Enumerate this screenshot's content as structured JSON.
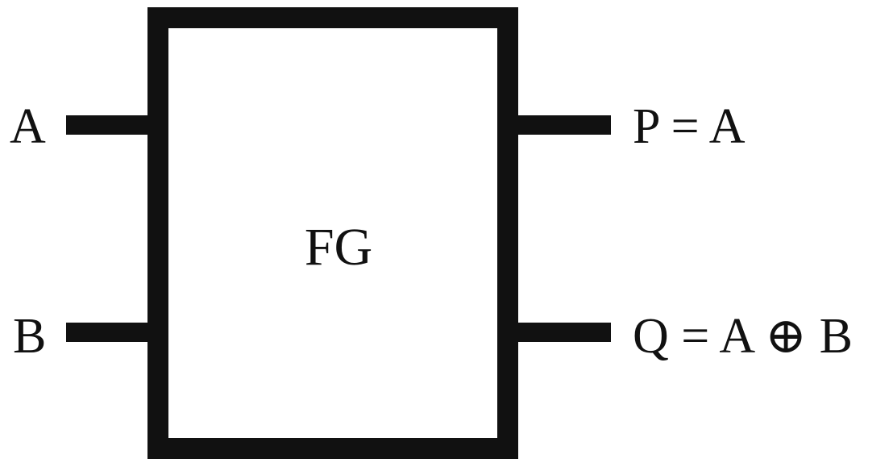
{
  "block": {
    "label": "FG"
  },
  "inputs": [
    {
      "label": "A"
    },
    {
      "label": "B"
    }
  ],
  "outputs": [
    {
      "label": "P = A"
    },
    {
      "label": "Q = A ⊕ B"
    }
  ],
  "colors": {
    "stroke": "#111111",
    "background": "#ffffff"
  }
}
